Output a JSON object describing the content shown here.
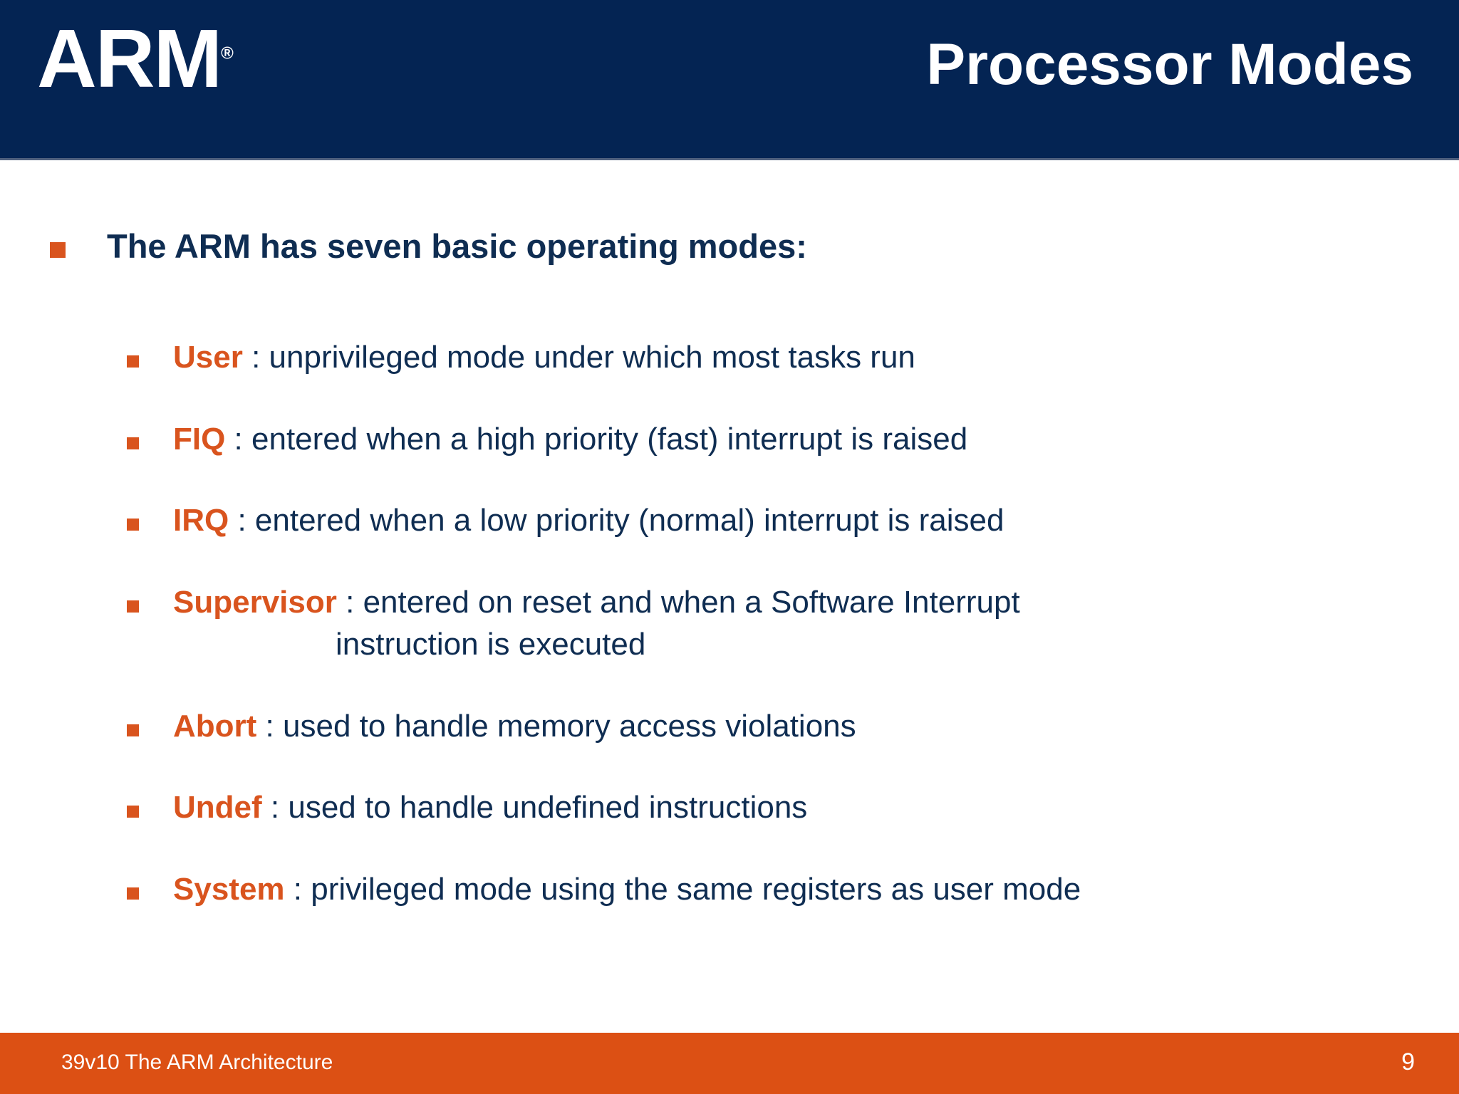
{
  "slide": {
    "logo_text": "ARM",
    "logo_registered_mark": "®",
    "title": "Processor Modes",
    "colors": {
      "header_navy": "#042453",
      "text_navy": "#0F2D52",
      "accent_orange": "#D9541E",
      "footer_orange": "#DC5014",
      "background": "#FFFFFF"
    }
  },
  "content": {
    "lead_bullet": "The ARM has seven basic operating modes:",
    "modes": [
      {
        "name": "User",
        "separator": " : ",
        "description": "unprivileged mode under which most tasks run",
        "continuation": ""
      },
      {
        "name": "FIQ",
        "separator": " : ",
        "description": "entered when a high priority (fast) interrupt is raised",
        "continuation": ""
      },
      {
        "name": "IRQ",
        "separator": " : ",
        "description": "entered when a low priority (normal) interrupt is raised",
        "continuation": ""
      },
      {
        "name": "Supervisor",
        "separator": " : ",
        "description": "entered on reset and when a Software Interrupt",
        "continuation": "instruction is executed"
      },
      {
        "name": "Abort",
        "separator": " : ",
        "description": "used to handle memory access violations",
        "continuation": ""
      },
      {
        "name": "Undef",
        "separator": " : ",
        "description": "used to handle undefined instructions",
        "continuation": ""
      },
      {
        "name": "System",
        "separator": " : ",
        "description": "privileged mode using the same registers as user mode",
        "continuation": ""
      }
    ]
  },
  "footer": {
    "label": "39v10 The ARM Architecture",
    "page_number": "9"
  }
}
